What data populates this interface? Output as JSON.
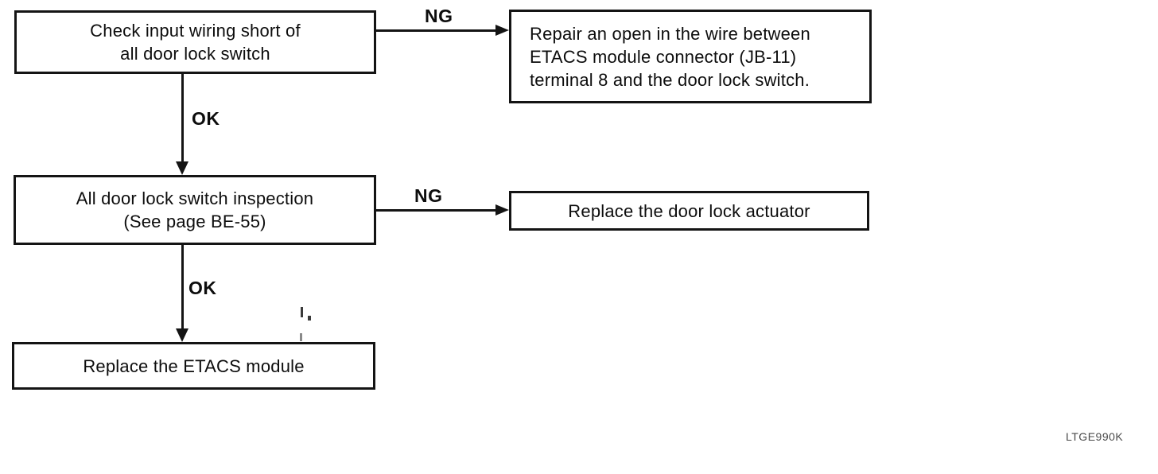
{
  "flowchart": {
    "boxes": [
      {
        "name": "check-input-wiring",
        "lines": [
          "Check input wiring short of",
          "all door lock switch"
        ]
      },
      {
        "name": "repair-open-wire",
        "lines": [
          "Repair an open in the wire between",
          "ETACS module connector (JB-11)",
          "terminal 8 and the door lock switch."
        ]
      },
      {
        "name": "door-lock-switch-inspection",
        "lines": [
          "All door lock switch inspection",
          "(See page BE-55)"
        ]
      },
      {
        "name": "replace-door-lock-actuator",
        "lines": [
          "Replace the door lock actuator"
        ]
      },
      {
        "name": "replace-etacs-module",
        "lines": [
          "Replace the ETACS module"
        ]
      }
    ],
    "branch_labels": [
      {
        "name": "ng-1",
        "label": "NG"
      },
      {
        "name": "ok-1",
        "label": "OK"
      },
      {
        "name": "ng-2",
        "label": "NG"
      },
      {
        "name": "ok-2",
        "label": "OK"
      }
    ],
    "colors": {
      "line": "#141414",
      "text": "#0d0d0d",
      "background": "#ffffff",
      "code_text": "#4a4a4a"
    }
  },
  "figure": {
    "code": "LTGE990K"
  }
}
